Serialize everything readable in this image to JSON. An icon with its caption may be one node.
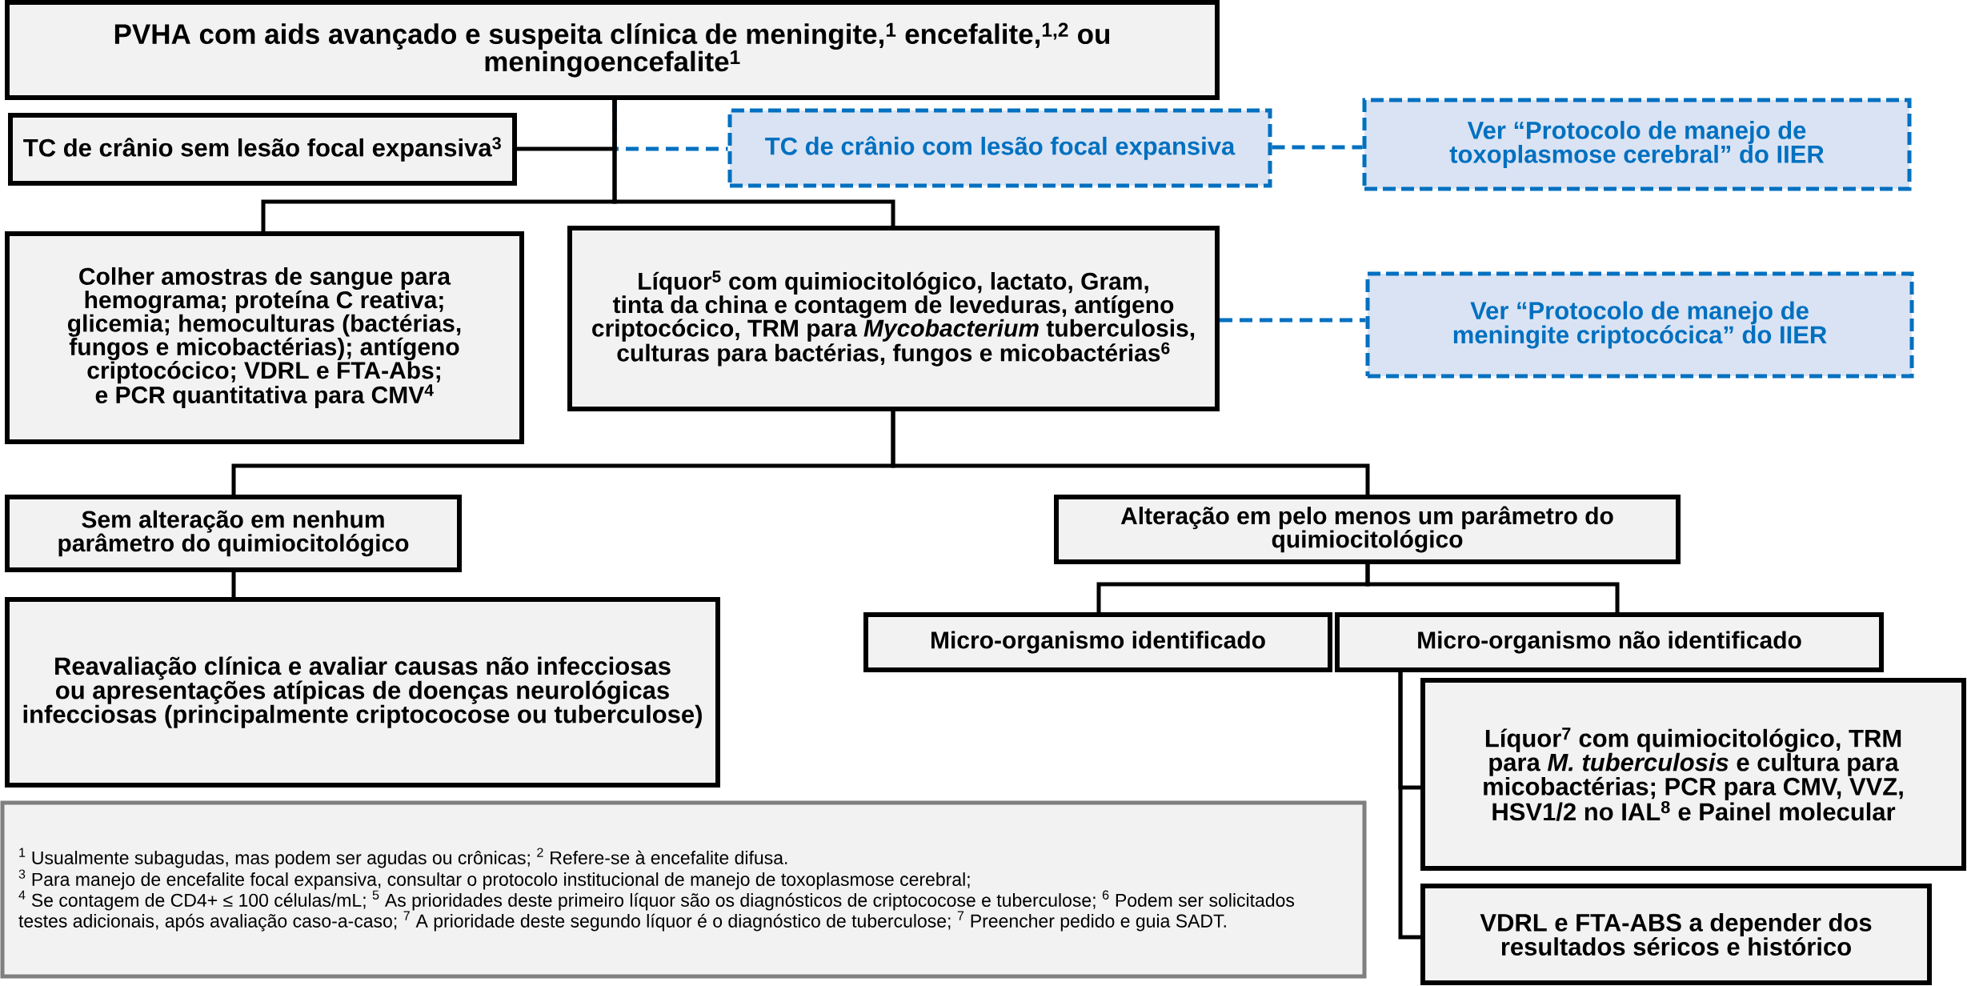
{
  "diagram": {
    "nodes": [
      {
        "text": [
          "PVHA com aids avançado e suspeita clínica de meningite,$^{1}$ encefalite,$^{1,2}$ ou meningoencefalite$^{1}$"
        ]
      },
      {
        "text": [
          "TC de crânio sem lesão focal expansiva$^{3}$"
        ]
      },
      {
        "text": [
          "TC de crânio com lesão focal expansiva"
        ]
      },
      {
        "text": [
          "Ver “Protocolo de manejo de toxoplasmose cerebral” do IIER"
        ]
      },
      {
        "text": [
          "Colher amostras de sangue para hemograma; proteína C reativa; glicemia; hemoculturas (bactérias, fungos e micobactérias); antígeno criptocócico; VDRL e FTA-Abs; e PCR quantitativa para CMV$^{4}$"
        ]
      },
      {
        "text": [
          "Líquor$^{5}$ com quimiocitológico, lactato, Gram, tinta da china e contagem de leveduras, antígeno criptocócico, TRM para *Mycobacterium* tuberculosis, culturas para bactérias,  fungos  e micobactérias$^{6}$"
        ]
      },
      {
        "text": [
          "Ver “Protocolo de manejo de meningite criptocócica” do IIER"
        ]
      },
      {
        "text": [
          "Sem alteração em nenhum parâmetro do quimiocitológico"
        ]
      },
      {
        "text": [
          "Alteração em pelo menos um parâmetro do quimiocitológico"
        ]
      },
      {
        "text": [
          "Reavaliação clínica e avaliar causas não infecciosas ou apresentações atípicas de doenças neurológicas infecciosas (principalmente criptococose ou tuberculose)"
        ]
      },
      {
        "text": [
          "Micro-organismo identificado"
        ]
      },
      {
        "text": [
          "Micro-organismo não identificado"
        ]
      },
      {
        "text": [
          "Líquor$^{7}$ com quimiocitológico, TRM para *M. tuberculosis* e cultura para micobactérias;  PCR para CMV, VVZ, HSV1/2 no IAL$^{8}$ e Painel molecular"
        ]
      },
      {
        "text": [
          "VDRL e FTA-ABS a depender dos resultados séricos e histórico"
        ]
      },
      {
        "text": [
          "$^{1}$ Usualmente subagudas, mas podem ser agudas ou crônicas; $^{2}$ Refere-se à encefalite difusa.",
          "$^{3}$ Para manejo de encefalite focal expansiva, consultar o protocolo institucional de manejo de toxoplasmose cerebral;",
          "$^{4}$ Se contagem de CD4+ ≤ 100 células/mL; $^{5}$ As prioridades deste primeiro líquor são os diagnósticos de criptococose e tuberculose; $^{6}$ Podem ser solicitados testes adicionais, após avaliação caso-a-caso; $^{7}$ A prioridade deste segundo líquor é o diagnóstico de tuberculose; $^{7}$ Preencher pedido e guia SADT."
        ]
      }
    ],
    "edges": [
      {
        "from": 0,
        "to": 1,
        "arrow": "none"
      },
      {
        "from": 0,
        "to": 2,
        "arrow": "none",
        "style": "dashed",
        "color": "#0070c0"
      },
      {
        "from": 2,
        "to": 3,
        "arrow": "none",
        "style": "dashed",
        "color": "#0070c0"
      },
      {
        "from": 0,
        "to": 4,
        "arrow": "none"
      },
      {
        "from": 0,
        "to": 5,
        "arrow": "none"
      },
      {
        "from": 5,
        "to": 6,
        "arrow": "none",
        "style": "dashed",
        "color": "#0070c0"
      },
      {
        "from": 5,
        "to": 7,
        "arrow": "none"
      },
      {
        "from": 5,
        "to": 8,
        "arrow": "none"
      },
      {
        "from": 7,
        "to": 9,
        "arrow": "none"
      },
      {
        "from": 8,
        "to": 10,
        "arrow": "none"
      },
      {
        "from": 8,
        "to": 11,
        "arrow": "none"
      },
      {
        "from": 11,
        "to": 12,
        "arrow": "none"
      },
      {
        "from": 11,
        "to": 13,
        "arrow": "none"
      }
    ]
  }
}
